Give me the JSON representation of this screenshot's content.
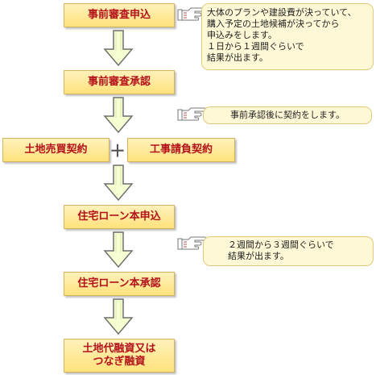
{
  "steps": {
    "shinsa_moushikomi": "事前審査申込",
    "shinsa_shounin": "事前審査承認",
    "tochi_keiyaku": "土地売買契約",
    "plus": "＋",
    "kouji_keiyaku": "工事請負契約",
    "loan_moushikomi": "住宅ローン本申込",
    "loan_shounin": "住宅ローン本承認",
    "final_line1": "土地代融資又は",
    "final_line2": "つなぎ融資"
  },
  "notes": {
    "note1": [
      "大体のプランや建設費が決っていて、",
      "購入予定の土地候補が決ってから",
      "申込みをします。",
      "１日から１週間ぐらいで",
      "結果が出ます。"
    ],
    "note2": [
      "事前承認後に契約をします。"
    ],
    "note3": [
      "２週間から３週間ぐらいで",
      "結果が出ます。"
    ]
  },
  "colors": {
    "box_fill_top": "#fff1bb",
    "box_fill_bottom": "#ffe27c",
    "box_text": "#b3121b",
    "arrow_fill": "#f4ffd2",
    "arrow_stroke": "#6f6f6f"
  },
  "icons": {
    "pointer": "pointing-hand-icon",
    "flow_arrow": "down-arrow-icon"
  }
}
